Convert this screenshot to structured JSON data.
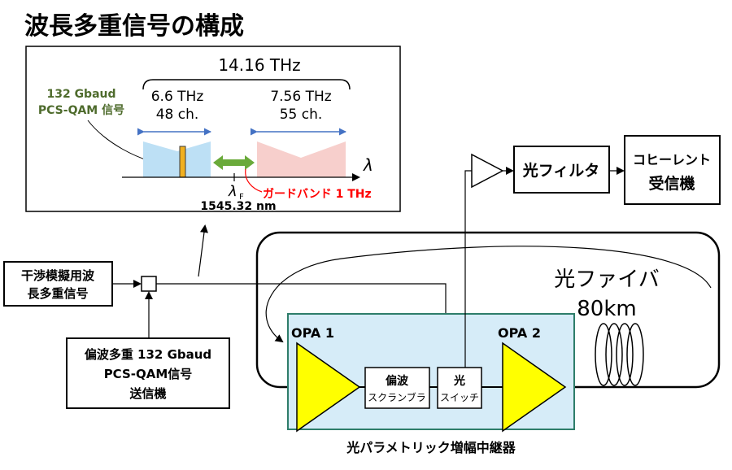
{
  "title": "波長多重信号の構成",
  "spectrum": {
    "total_bandwidth": "14.16 THz",
    "band_left_bandwidth": "6.6 THz",
    "band_left_channels": "48 ch.",
    "band_right_bandwidth": "7.56 THz",
    "band_right_channels": "55 ch.",
    "signal_label_line1": "132 Gbaud",
    "signal_label_line2": "PCS-QAM 信号",
    "lambda_symbol": "λ",
    "lambda_f_symbol": "λ",
    "lambda_f_subscript": "F",
    "lambda_f_value": "1545.32 nm",
    "guard_band_label": "ガードバンド 1 THz"
  },
  "blocks": {
    "interference_line1": "干渉模擬用波",
    "interference_line2": "長多重信号",
    "transmitter_line1": "偏波多重 132 Gbaud",
    "transmitter_line2": "PCS-QAM信号",
    "transmitter_line3": "送信機",
    "optical_filter": "光フィルタ",
    "coherent_line1": "コヒーレント",
    "coherent_line2": "受信機",
    "opa1": "OPA 1",
    "opa2": "OPA 2",
    "scrambler_line1": "偏波",
    "scrambler_line2": "スクランブラ",
    "switch_line1": "光",
    "switch_line2": "スイッチ",
    "fiber_line1": "光ファイバ",
    "fiber_line2": "80km",
    "repeater_label": "光パラメトリック増幅中継器"
  },
  "colors": {
    "left_band": "#bde0f5",
    "right_band": "#f7cfcc",
    "signal_bar": "#f0b020",
    "signal_label": "#4e6b2c",
    "guard_arrow": "#6aaa3a",
    "guard_label": "#ff0000",
    "dim_arrow": "#4472c4",
    "repeater_fill": "#d6ecf8",
    "repeater_border": "#2e7d6a",
    "amplifier_fill": "#ffff00"
  }
}
